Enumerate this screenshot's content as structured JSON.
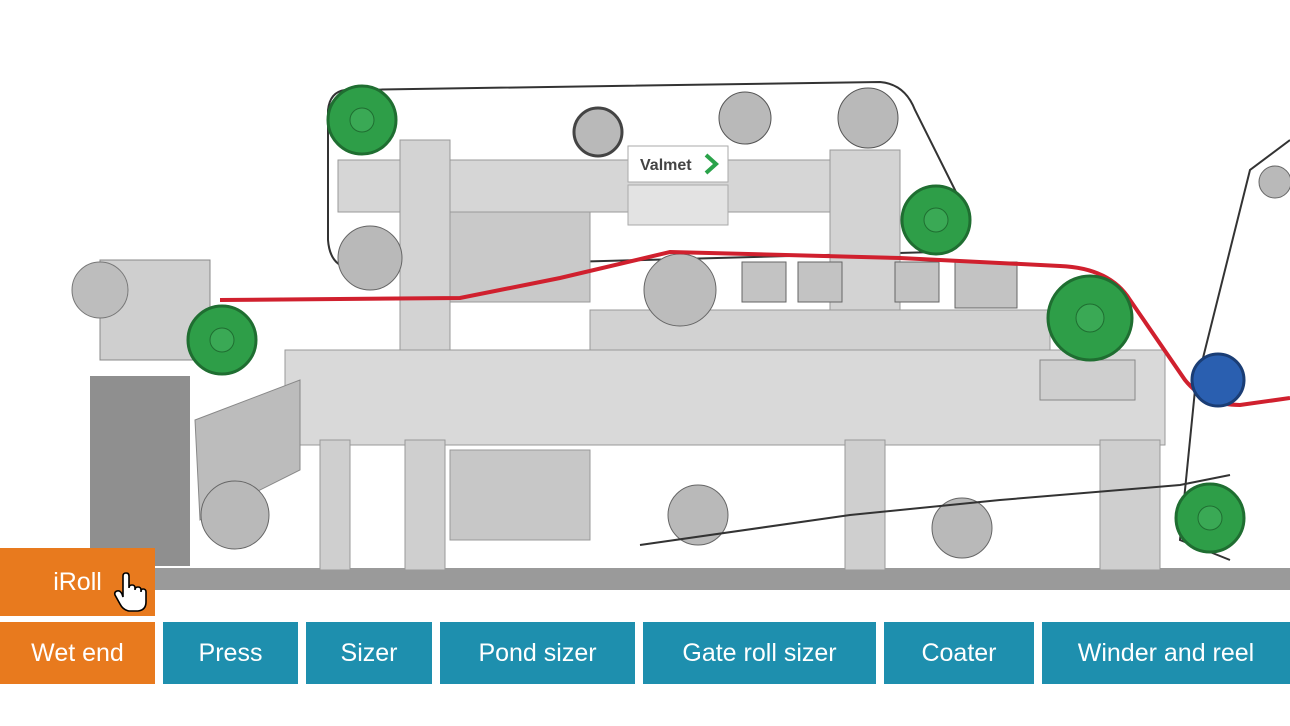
{
  "machine": {
    "brand_label": "Valmet",
    "colors": {
      "frame": "#d9d9d9",
      "frame_dark": "#a8a8a8",
      "roll_green": "#2e9e48",
      "roll_blue": "#2a5fb0",
      "web_line": "#d0202e"
    }
  },
  "buttons": {
    "iroll": "iRoll",
    "sections": [
      "Wet end",
      "Press",
      "Sizer",
      "Pond sizer",
      "Gate roll sizer",
      "Coater",
      "Winder and reel"
    ],
    "active_section": "Wet end"
  },
  "colors": {
    "active": "#e87a1e",
    "inactive": "#1e8fae",
    "text": "#ffffff"
  },
  "cursor": {
    "icon": "hand-pointer-icon"
  }
}
